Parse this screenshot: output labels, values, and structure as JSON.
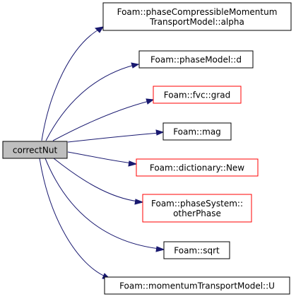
{
  "graph": {
    "root": {
      "label": "correctNut"
    },
    "callees": [
      {
        "lines": [
          "Foam::phaseCompressibleMomentum",
          "TransportModel::alpha"
        ],
        "border": "black"
      },
      {
        "lines": [
          "Foam::phaseModel::d"
        ],
        "border": "black"
      },
      {
        "lines": [
          "Foam::fvc::grad"
        ],
        "border": "red"
      },
      {
        "lines": [
          "Foam::mag"
        ],
        "border": "black"
      },
      {
        "lines": [
          "Foam::dictionary::New"
        ],
        "border": "red"
      },
      {
        "lines": [
          "Foam::phaseSystem::",
          "otherPhase"
        ],
        "border": "red"
      },
      {
        "lines": [
          "Foam::sqrt"
        ],
        "border": "black"
      },
      {
        "lines": [
          "Foam::momentumTransportModel::U"
        ],
        "border": "black"
      }
    ],
    "colors": {
      "edge": "#191970",
      "external": "#ff0000",
      "root_fill": "#bfbfbf"
    }
  }
}
